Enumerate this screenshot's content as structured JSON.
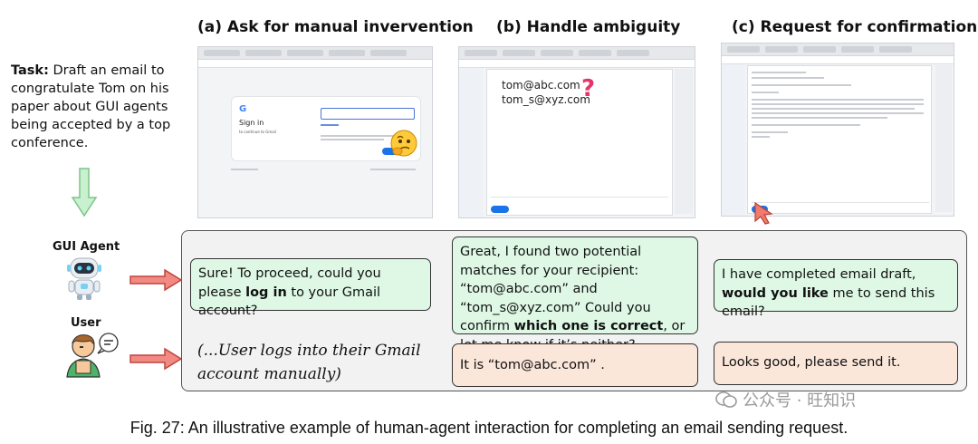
{
  "panels": [
    {
      "title": "(a) Ask for manual invervention"
    },
    {
      "title": "(b) Handle ambiguity"
    },
    {
      "title": "(c) Request for confirmation"
    }
  ],
  "task": {
    "label": "Task:",
    "text": "Draft an email to congratulate Tom on his paper about GUI agents being accepted by a top conference."
  },
  "roles": {
    "agent": "GUI Agent",
    "user": "User"
  },
  "screenshot_a": {
    "signin_title": "Sign in",
    "signin_sub": "to continue to Gmail"
  },
  "screenshot_b": {
    "email1": "tom@abc.com",
    "email2": "tom_s@xyz.com",
    "question_mark": "?"
  },
  "agent_bubbles": {
    "a": {
      "t1": "Sure! To proceed, could you please ",
      "b1": "log in",
      "t2": " to your Gmail account?"
    },
    "b": {
      "t1": "Great, I found two potential matches for your recipient: “tom@abc.com” and “tom_s@xyz.com” Could you confirm ",
      "b1": "which one is correct",
      "t2": ", or let me know if it’s neither?"
    },
    "c": {
      "t1": "I have completed email draft, ",
      "b1": "would you like",
      "t2": " me to send this email?"
    }
  },
  "user_bubbles": {
    "a": "(...User logs into their Gmail account manually)",
    "b": "It is “tom@abc.com” .",
    "c": "Looks good, please send it."
  },
  "caption": "Fig. 27: An illustrative example of human-agent interaction for completing an email sending request.",
  "watermark": "公众号 · 旺知识",
  "colors": {
    "agent_bubble": "#def8e5",
    "user_bubble": "#fbe6da",
    "arrow_red": "#d9534f",
    "arrow_green": "#8fd49a"
  }
}
